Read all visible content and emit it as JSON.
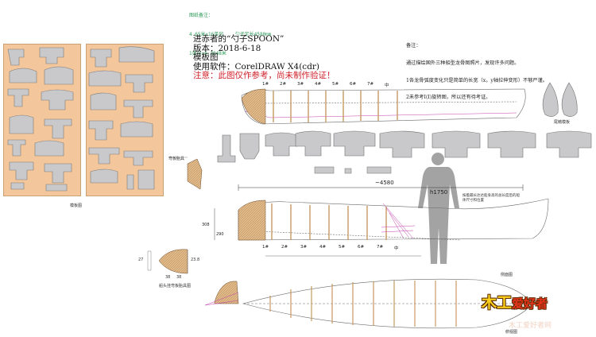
{
  "notes_top": {
    "line1": "图纸备注：",
    "line2": "4.65米×16英尺    勺子定长4580mm",
    "line3": "1英尺=0.3048米"
  },
  "title": {
    "line1": "进赤者的“勺子SPOON”",
    "line2": "版本：2018-6-18",
    "line3": "模板图",
    "line4": "使用软件：CorelDRAW  X4(cdr)",
    "warning": "注意：此图仅作参考，尚未制作验证！"
  },
  "remarks": {
    "heading": "备注：",
    "line1": "通过描绘国外三种船型龙骨图照片，发现许多问题。",
    "line2": "1各龙骨弧度变化只是简单的长宽（x，y轴拉伸变形）不够严谨。",
    "line3": "2未参考I(I)旋转图，所以还有待考证。"
  },
  "rib_labels": [
    "1#",
    "2#",
    "3#",
    "4#",
    "5#",
    "6#",
    "7#",
    "中"
  ],
  "dimensions": {
    "overall_length": "~4580",
    "person_height": "h1750",
    "height_a": "308",
    "height_b": "290"
  },
  "captions": {
    "template_sheets": "模板图",
    "side_view": "侧面图",
    "top_view": "俯视图",
    "fin_templates": "尾鳍模板",
    "stem_jig": "船头挂弯板胎具图",
    "jig_label": "弯板胎具",
    "person_note": "按着最长达达船身高的总长度后的船体尺寸和位置"
  },
  "stem_dims": {
    "left": "27",
    "right": "23.8",
    "bottom_a": "38",
    "bottom_b": "38"
  },
  "watermark": {
    "logo_main": "木工",
    "logo_sub": "爱好者",
    "site": "木工爱好者网"
  },
  "colors": {
    "plywood": "#f3c79b",
    "template_gray": "#c9c9cb",
    "outline": "#555555",
    "rib_wood": "#c79a62",
    "pink_lines": "#c23fae",
    "warning_red": "#d0202a",
    "note_green": "#2e9a5a"
  }
}
